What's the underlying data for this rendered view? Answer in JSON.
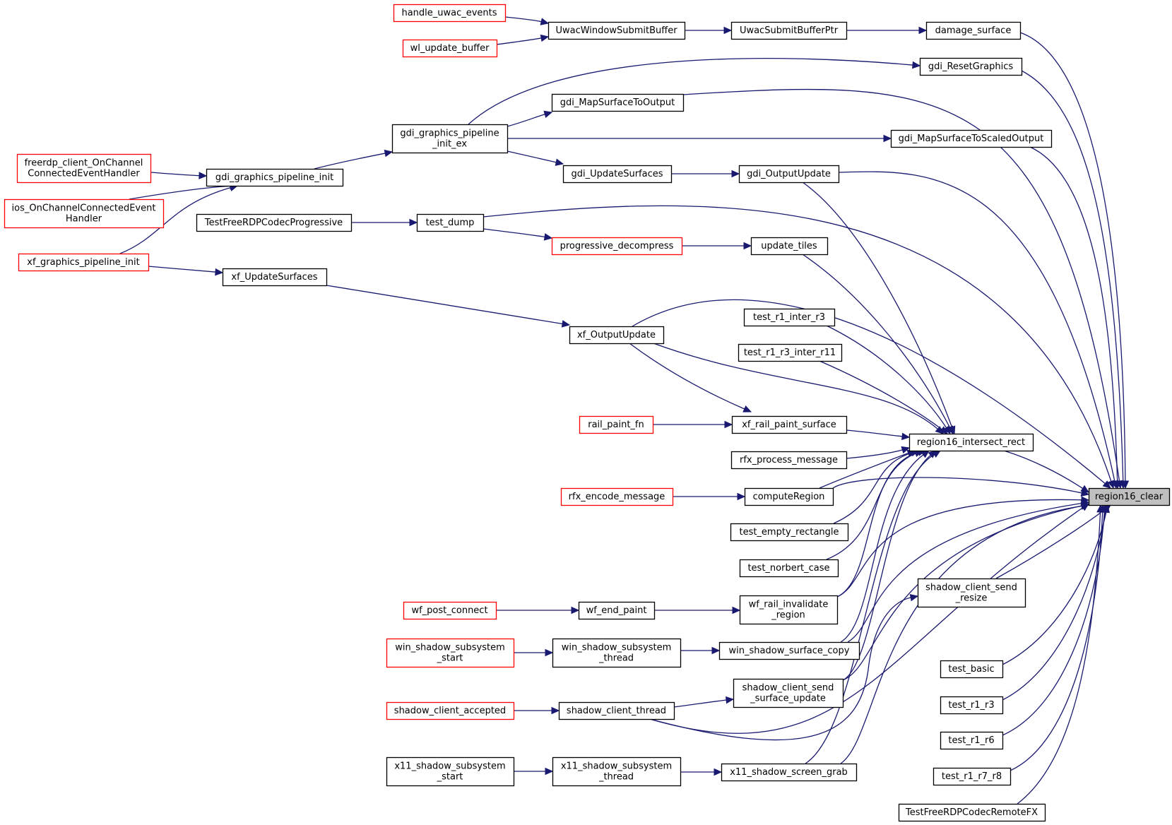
{
  "graph": {
    "nodes": [
      {
        "id": "handle_uwac_events",
        "lines": [
          "handle_uwac_events"
        ],
        "truncated": true
      },
      {
        "id": "wl_update_buffer",
        "lines": [
          "wl_update_buffer"
        ],
        "truncated": true
      },
      {
        "id": "UwacWindowSubmitBuffer",
        "lines": [
          "UwacWindowSubmitBuffer"
        ]
      },
      {
        "id": "UwacSubmitBufferPtr",
        "lines": [
          "UwacSubmitBufferPtr"
        ]
      },
      {
        "id": "damage_surface",
        "lines": [
          "damage_surface"
        ]
      },
      {
        "id": "gdi_ResetGraphics",
        "lines": [
          "gdi_ResetGraphics"
        ]
      },
      {
        "id": "gdi_MapSurfaceToOutput",
        "lines": [
          "gdi_MapSurfaceToOutput"
        ]
      },
      {
        "id": "gdi_graphics_pipeline_init_ex",
        "lines": [
          "gdi_graphics_pipeline",
          "_init_ex"
        ]
      },
      {
        "id": "gdi_MapSurfaceToScaledOutput",
        "lines": [
          "gdi_MapSurfaceToScaledOutput"
        ]
      },
      {
        "id": "freerdp_client_OnChannelConnectedEventHandler",
        "lines": [
          "freerdp_client_OnChannel",
          "ConnectedEventHandler"
        ],
        "truncated": true
      },
      {
        "id": "gdi_graphics_pipeline_init",
        "lines": [
          "gdi_graphics_pipeline_init"
        ]
      },
      {
        "id": "gdi_UpdateSurfaces",
        "lines": [
          "gdi_UpdateSurfaces"
        ]
      },
      {
        "id": "gdi_OutputUpdate",
        "lines": [
          "gdi_OutputUpdate"
        ]
      },
      {
        "id": "ios_OnChannelConnectedEventHandler",
        "lines": [
          "ios_OnChannelConnectedEvent",
          "Handler"
        ],
        "truncated": true
      },
      {
        "id": "TestFreeRDPCodecProgressive",
        "lines": [
          "TestFreeRDPCodecProgressive"
        ]
      },
      {
        "id": "test_dump",
        "lines": [
          "test_dump"
        ]
      },
      {
        "id": "progressive_decompress",
        "lines": [
          "progressive_decompress"
        ],
        "truncated": true
      },
      {
        "id": "update_tiles",
        "lines": [
          "update_tiles"
        ]
      },
      {
        "id": "xf_graphics_pipeline_init",
        "lines": [
          "xf_graphics_pipeline_init"
        ],
        "truncated": true
      },
      {
        "id": "xf_UpdateSurfaces",
        "lines": [
          "xf_UpdateSurfaces"
        ]
      },
      {
        "id": "test_r1_inter_r3",
        "lines": [
          "test_r1_inter_r3"
        ]
      },
      {
        "id": "xf_OutputUpdate",
        "lines": [
          "xf_OutputUpdate"
        ]
      },
      {
        "id": "test_r1_r3_inter_r11",
        "lines": [
          "test_r1_r3_inter_r11"
        ]
      },
      {
        "id": "rail_paint_fn",
        "lines": [
          "rail_paint_fn"
        ],
        "truncated": true
      },
      {
        "id": "xf_rail_paint_surface",
        "lines": [
          "xf_rail_paint_surface"
        ]
      },
      {
        "id": "region16_intersect_rect",
        "lines": [
          "region16_intersect_rect"
        ]
      },
      {
        "id": "rfx_process_message",
        "lines": [
          "rfx_process_message"
        ]
      },
      {
        "id": "rfx_encode_message",
        "lines": [
          "rfx_encode_message"
        ],
        "truncated": true
      },
      {
        "id": "computeRegion",
        "lines": [
          "computeRegion"
        ]
      },
      {
        "id": "region16_clear",
        "lines": [
          "region16_clear"
        ],
        "target": true
      },
      {
        "id": "test_empty_rectangle",
        "lines": [
          "test_empty_rectangle"
        ]
      },
      {
        "id": "test_norbert_case",
        "lines": [
          "test_norbert_case"
        ]
      },
      {
        "id": "wf_post_connect",
        "lines": [
          "wf_post_connect"
        ],
        "truncated": true
      },
      {
        "id": "wf_end_paint",
        "lines": [
          "wf_end_paint"
        ]
      },
      {
        "id": "wf_rail_invalidate_region",
        "lines": [
          "wf_rail_invalidate",
          "_region"
        ]
      },
      {
        "id": "shadow_client_send_resize",
        "lines": [
          "shadow_client_send",
          "_resize"
        ]
      },
      {
        "id": "win_shadow_subsystem_start",
        "lines": [
          "win_shadow_subsystem",
          "_start"
        ],
        "truncated": true
      },
      {
        "id": "win_shadow_subsystem_thread",
        "lines": [
          "win_shadow_subsystem",
          "_thread"
        ]
      },
      {
        "id": "win_shadow_surface_copy",
        "lines": [
          "win_shadow_surface_copy"
        ]
      },
      {
        "id": "test_basic",
        "lines": [
          "test_basic"
        ]
      },
      {
        "id": "shadow_client_accepted",
        "lines": [
          "shadow_client_accepted"
        ],
        "truncated": true
      },
      {
        "id": "shadow_client_thread",
        "lines": [
          "shadow_client_thread"
        ]
      },
      {
        "id": "shadow_client_send_surface_update",
        "lines": [
          "shadow_client_send",
          "_surface_update"
        ]
      },
      {
        "id": "test_r1_r3",
        "lines": [
          "test_r1_r3"
        ]
      },
      {
        "id": "test_r1_r6",
        "lines": [
          "test_r1_r6"
        ]
      },
      {
        "id": "x11_shadow_subsystem_start",
        "lines": [
          "x11_shadow_subsystem",
          "_start"
        ]
      },
      {
        "id": "x11_shadow_subsystem_thread",
        "lines": [
          "x11_shadow_subsystem",
          "_thread"
        ]
      },
      {
        "id": "x11_shadow_screen_grab",
        "lines": [
          "x11_shadow_screen_grab"
        ]
      },
      {
        "id": "test_r1_r7_r8",
        "lines": [
          "test_r1_r7_r8"
        ]
      },
      {
        "id": "TestFreeRDPCodecRemoteFX",
        "lines": [
          "TestFreeRDPCodecRemoteFX"
        ]
      }
    ],
    "edges": [
      {
        "from": "handle_uwac_events",
        "to": "UwacWindowSubmitBuffer"
      },
      {
        "from": "wl_update_buffer",
        "to": "UwacWindowSubmitBuffer"
      },
      {
        "from": "UwacWindowSubmitBuffer",
        "to": "UwacSubmitBufferPtr"
      },
      {
        "from": "UwacSubmitBufferPtr",
        "to": "damage_surface"
      },
      {
        "from": "damage_surface",
        "to": "region16_clear"
      },
      {
        "from": "gdi_ResetGraphics",
        "to": "region16_clear"
      },
      {
        "from": "gdi_MapSurfaceToOutput",
        "to": "region16_clear"
      },
      {
        "from": "gdi_graphics_pipeline_init_ex",
        "to": "gdi_ResetGraphics"
      },
      {
        "from": "gdi_graphics_pipeline_init_ex",
        "to": "gdi_MapSurfaceToOutput"
      },
      {
        "from": "gdi_graphics_pipeline_init_ex",
        "to": "gdi_MapSurfaceToScaledOutput"
      },
      {
        "from": "gdi_graphics_pipeline_init_ex",
        "to": "gdi_UpdateSurfaces"
      },
      {
        "from": "gdi_MapSurfaceToScaledOutput",
        "to": "region16_clear"
      },
      {
        "from": "freerdp_client_OnChannelConnectedEventHandler",
        "to": "gdi_graphics_pipeline_init"
      },
      {
        "from": "gdi_graphics_pipeline_init",
        "to": "gdi_graphics_pipeline_init_ex"
      },
      {
        "from": "ios_OnChannelConnectedEventHandler",
        "to": "gdi_graphics_pipeline_init"
      },
      {
        "from": "xf_graphics_pipeline_init",
        "to": "gdi_graphics_pipeline_init"
      },
      {
        "from": "gdi_UpdateSurfaces",
        "to": "gdi_OutputUpdate"
      },
      {
        "from": "gdi_OutputUpdate",
        "to": "region16_intersect_rect"
      },
      {
        "from": "gdi_OutputUpdate",
        "to": "region16_clear"
      },
      {
        "from": "TestFreeRDPCodecProgressive",
        "to": "test_dump"
      },
      {
        "from": "test_dump",
        "to": "progressive_decompress"
      },
      {
        "from": "test_dump",
        "to": "region16_clear"
      },
      {
        "from": "progressive_decompress",
        "to": "update_tiles"
      },
      {
        "from": "update_tiles",
        "to": "region16_intersect_rect"
      },
      {
        "from": "xf_graphics_pipeline_init",
        "to": "xf_UpdateSurfaces"
      },
      {
        "from": "xf_UpdateSurfaces",
        "to": "xf_OutputUpdate"
      },
      {
        "from": "xf_OutputUpdate",
        "to": "region16_clear"
      },
      {
        "from": "xf_OutputUpdate",
        "to": "region16_intersect_rect"
      },
      {
        "from": "xf_OutputUpdate",
        "to": "xf_rail_paint_surface"
      },
      {
        "from": "test_r1_inter_r3",
        "to": "region16_intersect_rect"
      },
      {
        "from": "test_r1_r3_inter_r11",
        "to": "region16_intersect_rect"
      },
      {
        "from": "rail_paint_fn",
        "to": "xf_rail_paint_surface"
      },
      {
        "from": "xf_rail_paint_surface",
        "to": "region16_intersect_rect"
      },
      {
        "from": "region16_intersect_rect",
        "to": "region16_clear"
      },
      {
        "from": "rfx_process_message",
        "to": "region16_intersect_rect"
      },
      {
        "from": "rfx_encode_message",
        "to": "computeRegion"
      },
      {
        "from": "computeRegion",
        "to": "region16_intersect_rect"
      },
      {
        "from": "computeRegion",
        "to": "region16_clear"
      },
      {
        "from": "test_empty_rectangle",
        "to": "region16_intersect_rect"
      },
      {
        "from": "test_norbert_case",
        "to": "region16_intersect_rect"
      },
      {
        "from": "wf_post_connect",
        "to": "wf_end_paint"
      },
      {
        "from": "wf_end_paint",
        "to": "wf_rail_invalidate_region"
      },
      {
        "from": "wf_rail_invalidate_region",
        "to": "region16_intersect_rect"
      },
      {
        "from": "wf_rail_invalidate_region",
        "to": "region16_clear"
      },
      {
        "from": "shadow_client_send_resize",
        "to": "region16_clear"
      },
      {
        "from": "win_shadow_subsystem_start",
        "to": "win_shadow_subsystem_thread"
      },
      {
        "from": "win_shadow_subsystem_thread",
        "to": "win_shadow_surface_copy"
      },
      {
        "from": "win_shadow_surface_copy",
        "to": "region16_intersect_rect"
      },
      {
        "from": "win_shadow_surface_copy",
        "to": "region16_clear"
      },
      {
        "from": "test_basic",
        "to": "region16_clear"
      },
      {
        "from": "shadow_client_accepted",
        "to": "shadow_client_thread"
      },
      {
        "from": "shadow_client_thread",
        "to": "shadow_client_send_surface_update"
      },
      {
        "from": "shadow_client_thread",
        "to": "shadow_client_send_resize"
      },
      {
        "from": "shadow_client_thread",
        "to": "region16_clear"
      },
      {
        "from": "shadow_client_send_surface_update",
        "to": "region16_intersect_rect"
      },
      {
        "from": "shadow_client_send_surface_update",
        "to": "region16_clear"
      },
      {
        "from": "test_r1_r3",
        "to": "region16_clear"
      },
      {
        "from": "test_r1_r6",
        "to": "region16_clear"
      },
      {
        "from": "x11_shadow_subsystem_start",
        "to": "x11_shadow_subsystem_thread"
      },
      {
        "from": "x11_shadow_subsystem_thread",
        "to": "x11_shadow_screen_grab"
      },
      {
        "from": "x11_shadow_screen_grab",
        "to": "region16_intersect_rect"
      },
      {
        "from": "x11_shadow_screen_grab",
        "to": "region16_clear"
      },
      {
        "from": "test_r1_r7_r8",
        "to": "region16_clear"
      },
      {
        "from": "TestFreeRDPCodecRemoteFX",
        "to": "region16_clear"
      }
    ]
  },
  "colors": {
    "edge": "#191970",
    "node_border": "#000000",
    "truncated_border": "#ff0000",
    "target_fill": "#bfbfbf",
    "background": "#ffffff"
  }
}
